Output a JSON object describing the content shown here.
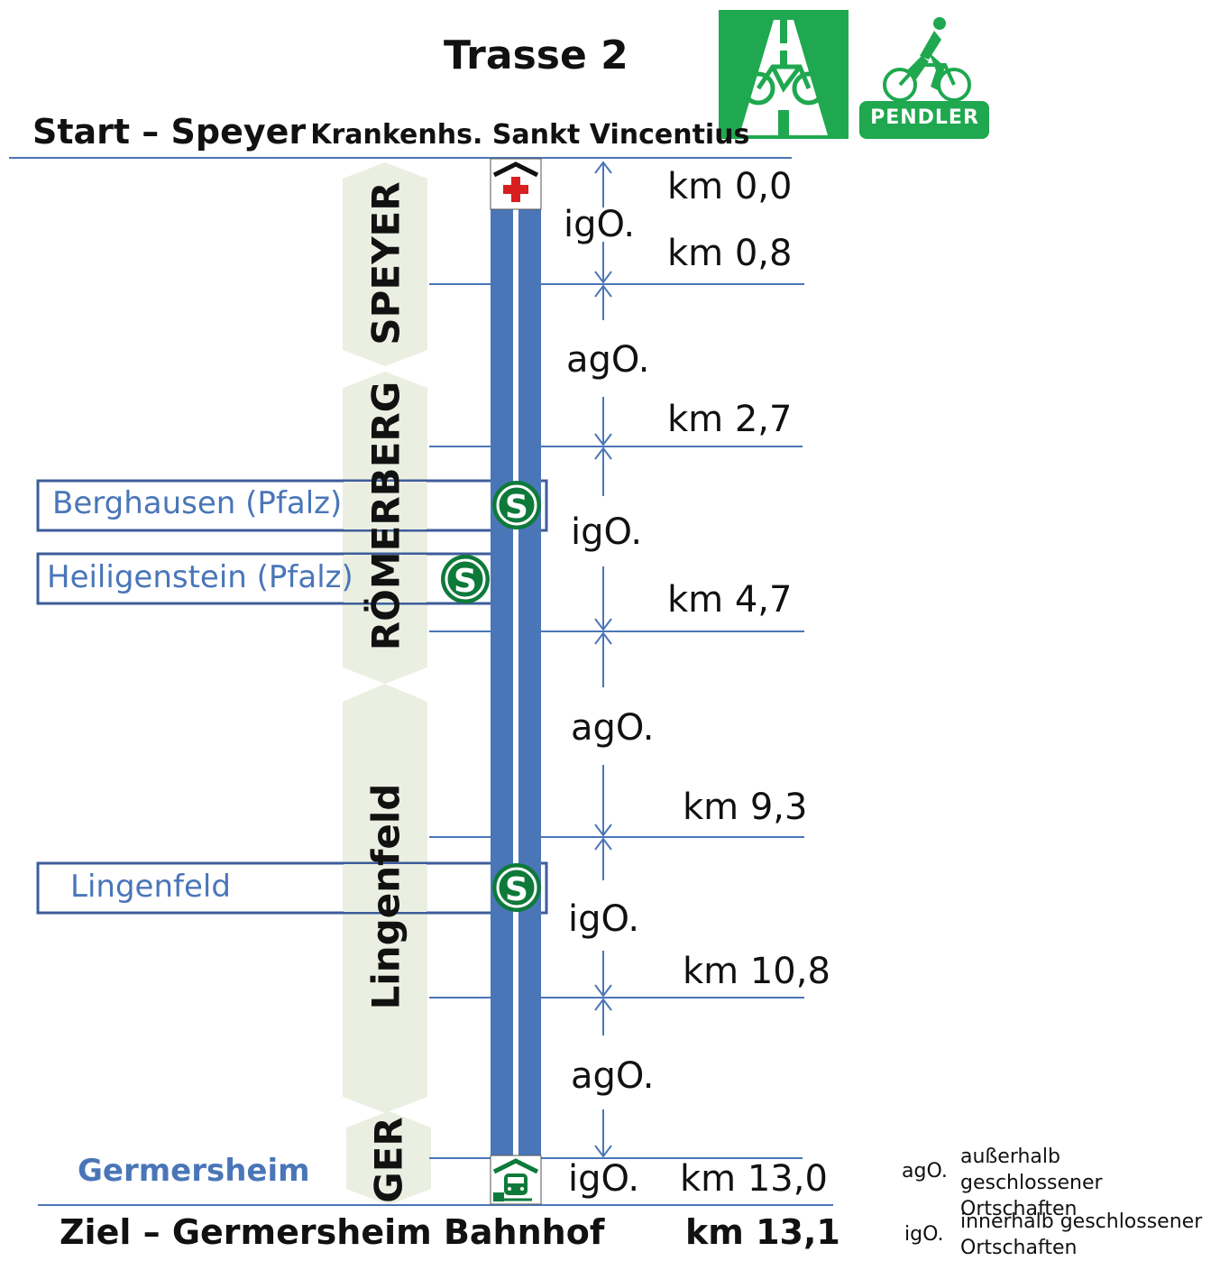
{
  "title": "Trasse 2",
  "start": {
    "prefix": "Start – Speyer",
    "suffix": "Krankenhs. Sankt Vincentius"
  },
  "end": {
    "label": "Ziel – Germersheim Bahnhof",
    "km": "km 13,1"
  },
  "km_markers": [
    "km 0,0",
    "km 0,8",
    "km 2,7",
    "km 4,7",
    "km 9,3",
    "km 10,8",
    "km 13,0"
  ],
  "zones": [
    "igO.",
    "agO.",
    "igO.",
    "agO.",
    "igO.",
    "agO.",
    "igO."
  ],
  "municipalities": [
    "SPEYER",
    "RÖMERBERG",
    "Lingenfeld",
    "GER"
  ],
  "stations": [
    {
      "name": "Berghausen (Pfalz)",
      "icon": "s-bahn-icon"
    },
    {
      "name": "Heiligenstein (Pfalz)",
      "icon": "s-bahn-icon"
    },
    {
      "name": "Lingenfeld",
      "icon": "s-bahn-icon"
    }
  ],
  "end_town": "Germersheim",
  "badges": {
    "pendler_label": "PENDLER",
    "green": "#1fa84f"
  },
  "legend": [
    {
      "abbr": "agO.",
      "text": "außerhalb geschlossener Ortschaften"
    },
    {
      "abbr": "igO.",
      "text": "innerhalb geschlossener Ortschaften"
    }
  ],
  "colors": {
    "route": "#4a76b8",
    "line": "#4a76b8",
    "hexagon": "#ebefe2",
    "station_box": "#3d5c99",
    "s_bahn": "#0e7a3a"
  }
}
